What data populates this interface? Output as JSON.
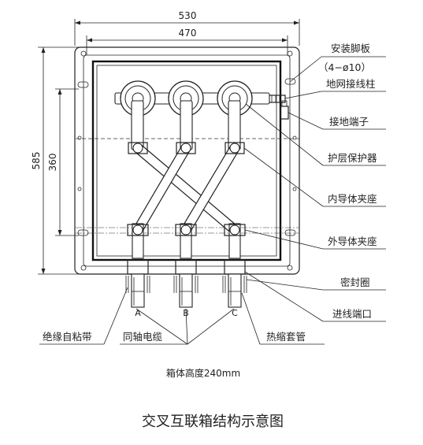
{
  "dimensions": {
    "overall_width": "530",
    "inner_width": "470",
    "overall_height": "585",
    "mount_spacing": "360"
  },
  "labels": {
    "mounting_plate": "安装脚板",
    "mounting_hole_spec": "（4−ø10）",
    "ground_post": "地网接线柱",
    "ground_terminal": "接地端子",
    "sheath_protector": "护层保护器",
    "inner_conductor_clamp": "内导体夹座",
    "outer_conductor_clamp": "外导体夹座",
    "seal_ring": "密封圈",
    "cable_entry": "进线端口",
    "insulating_tape": "绝缘自粘带",
    "coaxial_cable": "同轴电缆",
    "heat_shrink_tube": "热缩套管"
  },
  "phases": [
    "A",
    "B",
    "C"
  ],
  "box_height_note": "箱体高度240mm",
  "title": "交叉互联箱结构示意图"
}
